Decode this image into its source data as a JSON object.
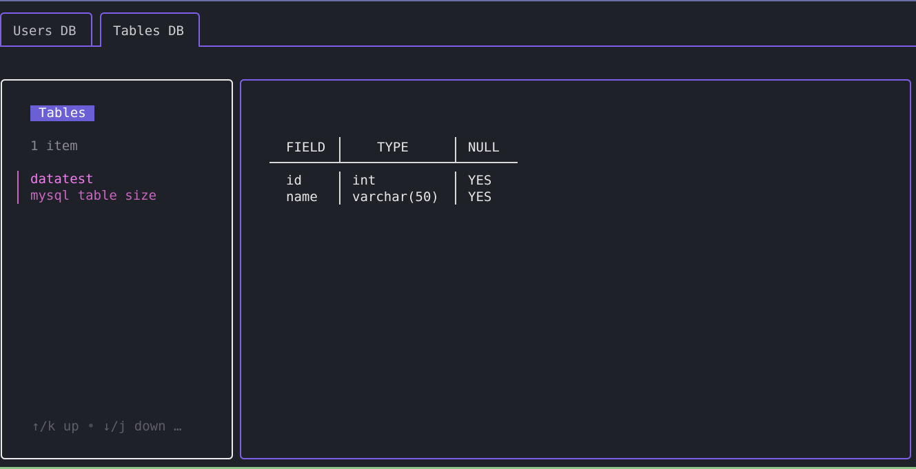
{
  "tabs": [
    {
      "label": "Users DB",
      "active": false
    },
    {
      "label": "Tables DB",
      "active": true
    }
  ],
  "list": {
    "title": "Tables",
    "count_text": "1 item",
    "items": [
      {
        "title": "datatest",
        "description": "mysql table size"
      }
    ],
    "help": {
      "up": "↑/k up",
      "separator": "•",
      "down": "↓/j down …"
    }
  },
  "table": {
    "columns": [
      "FIELD",
      "TYPE",
      "NULL"
    ],
    "rows": [
      [
        "id",
        "int",
        "YES"
      ],
      [
        "name",
        "varchar(50)",
        "YES"
      ]
    ]
  },
  "colors": {
    "accent": "#7d5fe8",
    "title_bg": "#6b5fd6",
    "item_title": "#f27ef0",
    "item_desc": "#c967c0",
    "background": "#1f2129"
  }
}
